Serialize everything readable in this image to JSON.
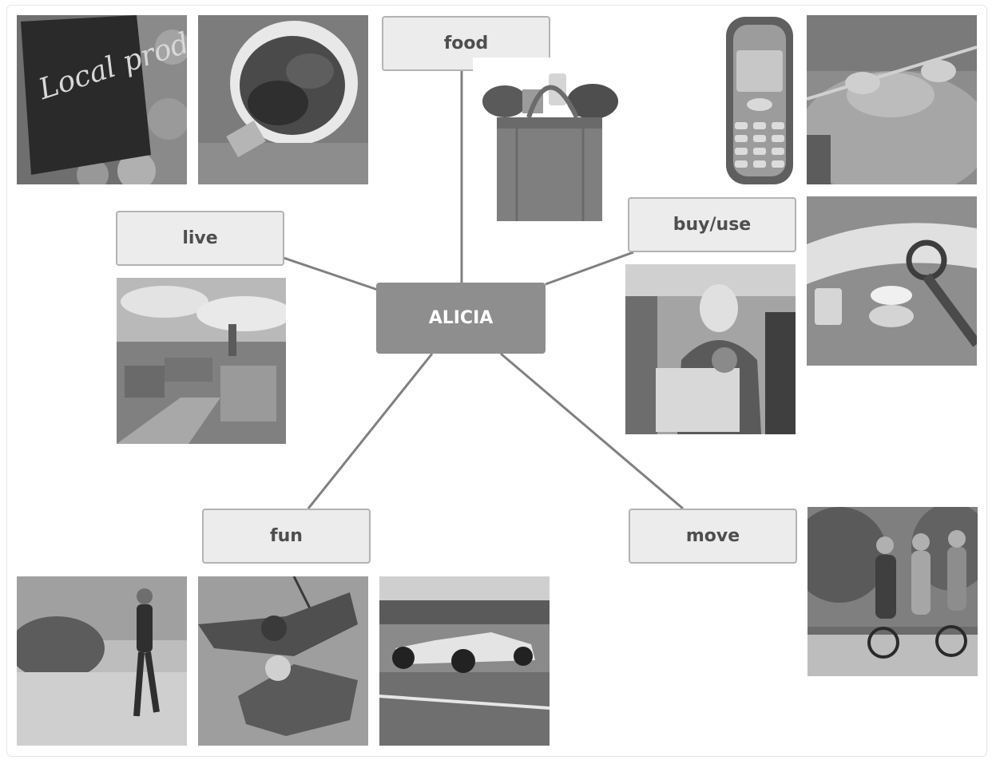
{
  "center": {
    "label": "ALICIA"
  },
  "categories": {
    "food": "food",
    "live": "live",
    "buy_use": "buy/use",
    "fun": "fun",
    "move": "move"
  },
  "photos": {
    "chalkboard_text": "Local products"
  },
  "colors": {
    "box_fill": "#ececec",
    "box_border": "#b3b3b3",
    "center_fill": "#8e8e8e",
    "link_line": "#808080"
  }
}
